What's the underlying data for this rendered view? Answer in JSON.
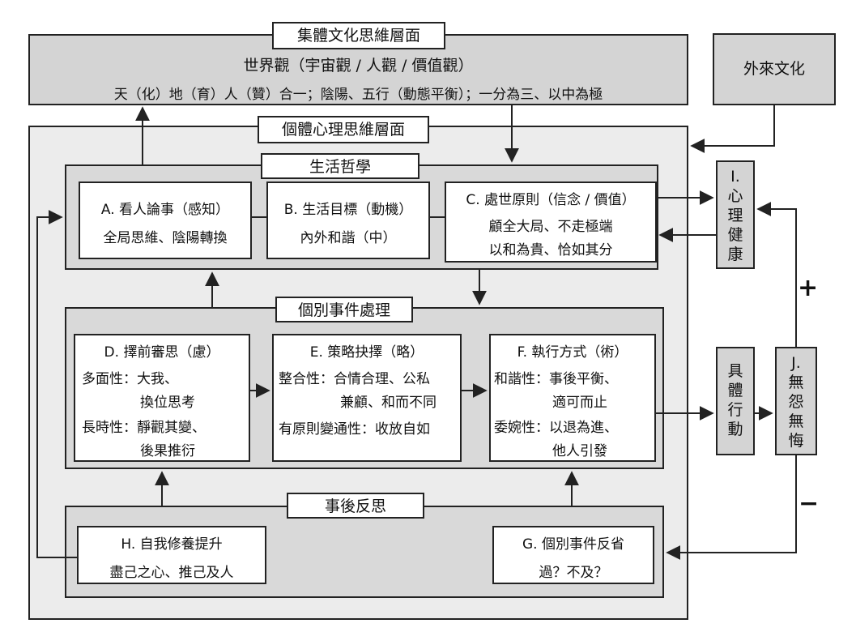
{
  "collective": {
    "title": "集體文化思維層面",
    "subtitle": "世界觀（宇宙觀 / 人觀 / 價值觀）",
    "line": "天（化）地（育）人（贊）合一；陰陽、五行（動態平衡）；一分為三、以中為極"
  },
  "foreign_culture": "外來文化",
  "individual": {
    "title": "個體心理思維層面"
  },
  "philosophy": {
    "title": "生活哲學",
    "a": {
      "title": "A. 看人論事（感知）",
      "body": "全局思維、陰陽轉換"
    },
    "b": {
      "title": "B. 生活目標（動機）",
      "body": "內外和諧（中）"
    },
    "c": {
      "title": "C. 處世原則（信念 / 價值）",
      "body1": "顧全大局、不走極端",
      "body2": "以和為貴、恰如其分"
    }
  },
  "event": {
    "title": "個別事件處理",
    "d": {
      "title": "D. 擇前審思（慮）",
      "l1": "多面性：大我、",
      "l2": "換位思考",
      "l3": "長時性：靜觀其變、",
      "l4": "後果推衍"
    },
    "e": {
      "title": "E. 策略抉擇（略）",
      "l1": "整合性：合情合理、公私",
      "l2": "兼顧、和而不同",
      "l3": "有原則變通性：收放自如"
    },
    "f": {
      "title": "F. 執行方式（術）",
      "l1": "和諧性：事後平衡、",
      "l2": "適可而止",
      "l3": "委婉性：以退為進、",
      "l4": "他人引發"
    }
  },
  "reflection": {
    "title": "事後反思",
    "h": {
      "title": "H. 自我修養提升",
      "body": "盡己之心、推己及人"
    },
    "g": {
      "title": "G. 個別事件反省",
      "body": "過？不及？"
    }
  },
  "side": {
    "i": [
      "I.",
      "心",
      "理",
      "健",
      "康"
    ],
    "action": [
      "具",
      "體",
      "行",
      "動"
    ],
    "j": [
      "J.",
      "無",
      "怨",
      "無",
      "悔"
    ],
    "plus": "+",
    "minus": "−"
  }
}
